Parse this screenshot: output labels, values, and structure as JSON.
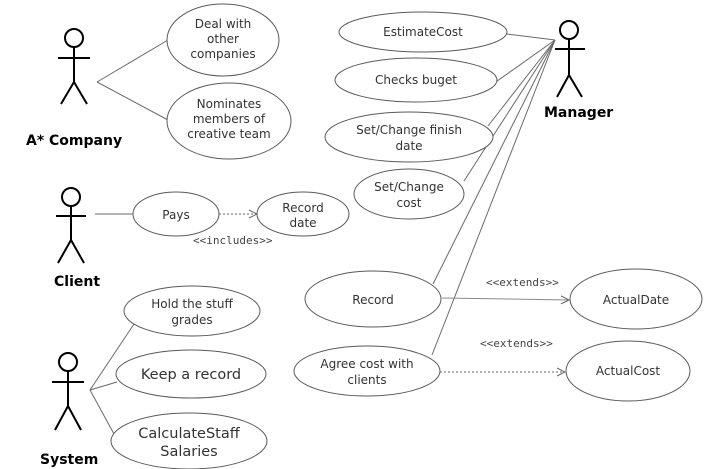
{
  "actors": {
    "company": "A* Company",
    "client": "Client",
    "system": "System",
    "manager": "Manager"
  },
  "use_cases": {
    "deal_with_other_companies": [
      "Deal with",
      "other",
      "companies"
    ],
    "nominates_creative_team": [
      "Nominates",
      "members of",
      "creative team"
    ],
    "pays": [
      "Pays"
    ],
    "record_date": [
      "Record",
      "date"
    ],
    "hold_staff_grades": [
      "Hold the stuff",
      "grades"
    ],
    "keep_a_record": [
      "Keep a record"
    ],
    "calculate_staff_salaries": [
      "CalculateStaff",
      "Salaries"
    ],
    "estimate_cost": [
      "EstimateCost"
    ],
    "checks_budget": [
      "Checks buget"
    ],
    "set_change_finish_date": [
      "Set/Change finish",
      "date"
    ],
    "set_change_cost": [
      "Set/Change",
      "cost"
    ],
    "record": [
      "Record"
    ],
    "agree_cost_with_clients": [
      "Agree cost with",
      "clients"
    ],
    "actual_date": [
      "ActualDate"
    ],
    "actual_cost": [
      "ActualCost"
    ]
  },
  "relationships": {
    "includes": "<<includes>>",
    "extends_date": "<<extends>>",
    "extends_cost": "<<extends>>"
  }
}
